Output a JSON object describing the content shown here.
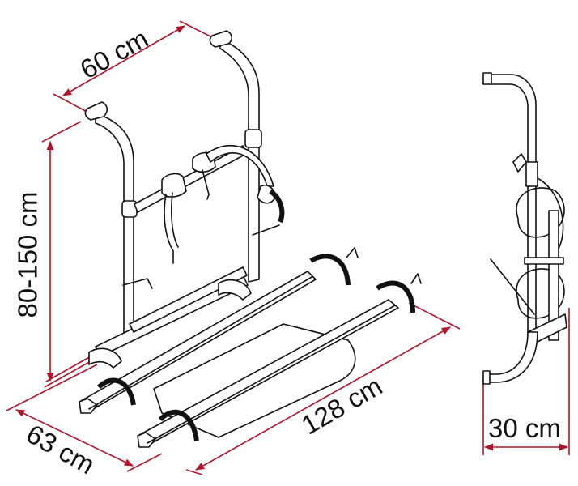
{
  "diagram": {
    "subject": "bike rack (2 bicycles) technical drawing",
    "views": [
      {
        "name": "isometric-view",
        "label": "Bike rack perspective view"
      },
      {
        "name": "side-view",
        "label": "Bike rack side view (folded)"
      }
    ],
    "dimension_color": "#b0142a",
    "line_color": "#111111",
    "dimensions": {
      "width_top": "60 cm",
      "height": "80-150 cm",
      "depth_bottom": "63 cm",
      "length_rails": "128 cm",
      "side_depth": "30 cm"
    }
  }
}
